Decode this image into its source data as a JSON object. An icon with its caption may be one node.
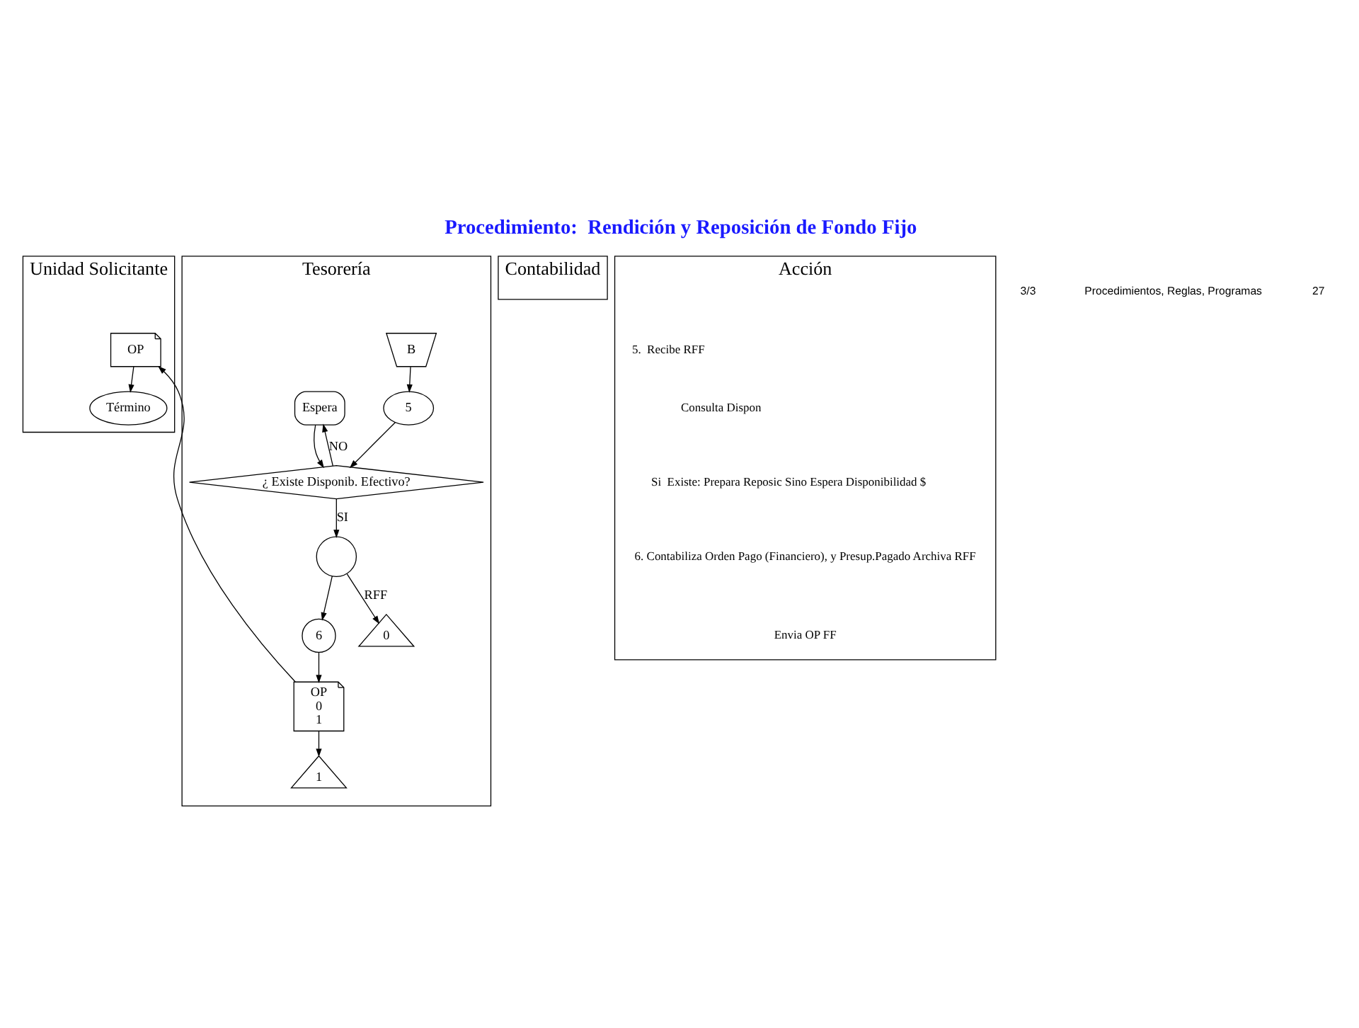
{
  "diagram": {
    "title": "Procedimiento:  Rendición y Reposición de Fondo Fijo",
    "nodes": [
      {
        "text": [
          "Unidad Solicitante"
        ]
      },
      {
        "text": [
          "Contabilidad"
        ]
      },
      {
        "text": [
          "Tesorería"
        ]
      },
      {
        "text": [
          "Acción",
          "5.  Recibe RFF",
          "Consulta Dispon",
          "Si  Existe: Prepara Reposic Sino Espera Disponibilidad $",
          "6. Contabiliza Orden Pago (Financiero), y Presup.Pagado Archiva RFF",
          "Envia OP FF"
        ]
      },
      {
        "text": [
          "B"
        ],
        "in": 2
      },
      {
        "text": [
          "5"
        ],
        "in": 2
      },
      {
        "text": [
          "Espera"
        ],
        "in": 2
      },
      {
        "text": [
          "¿ Existe Disponib. Efectivo?"
        ],
        "in": 2
      },
      {
        "text": [],
        "shape": "circle",
        "in": 2
      },
      {
        "text": [
          "6"
        ],
        "in": 2
      },
      {
        "text": [
          "0"
        ],
        "in": 2
      },
      {
        "text": [
          "OP",
          "0",
          "1"
        ],
        "in": 2
      },
      {
        "text": [
          "1"
        ],
        "in": 2
      },
      {
        "text": [
          "OP"
        ],
        "in": 0
      },
      {
        "text": [
          "Término"
        ],
        "in": 0
      }
    ],
    "edges": [
      {
        "from": 4,
        "to": 5,
        "arrow": "to"
      },
      {
        "from": 5,
        "to": 7,
        "arrow": "to"
      },
      {
        "from": 6,
        "to": 7,
        "arrow": "to"
      },
      {
        "from": 7,
        "to": 6,
        "arrow": "to",
        "label": "NO"
      },
      {
        "from": 7,
        "to": 8,
        "arrow": "to",
        "label": "SI"
      },
      {
        "from": 8,
        "to": 9,
        "arrow": "to"
      },
      {
        "from": 8,
        "to": 10,
        "arrow": "to",
        "label": "RFF"
      },
      {
        "from": 9,
        "to": 11,
        "arrow": "to"
      },
      {
        "from": 11,
        "to": 13,
        "arrow": "to"
      },
      {
        "from": 11,
        "to": 12,
        "arrow": "to"
      },
      {
        "from": 13,
        "to": 14,
        "arrow": "to"
      }
    ],
    "labels": [
      "3/3",
      "Procedimientos, Reglas, Programas",
      "27"
    ]
  }
}
